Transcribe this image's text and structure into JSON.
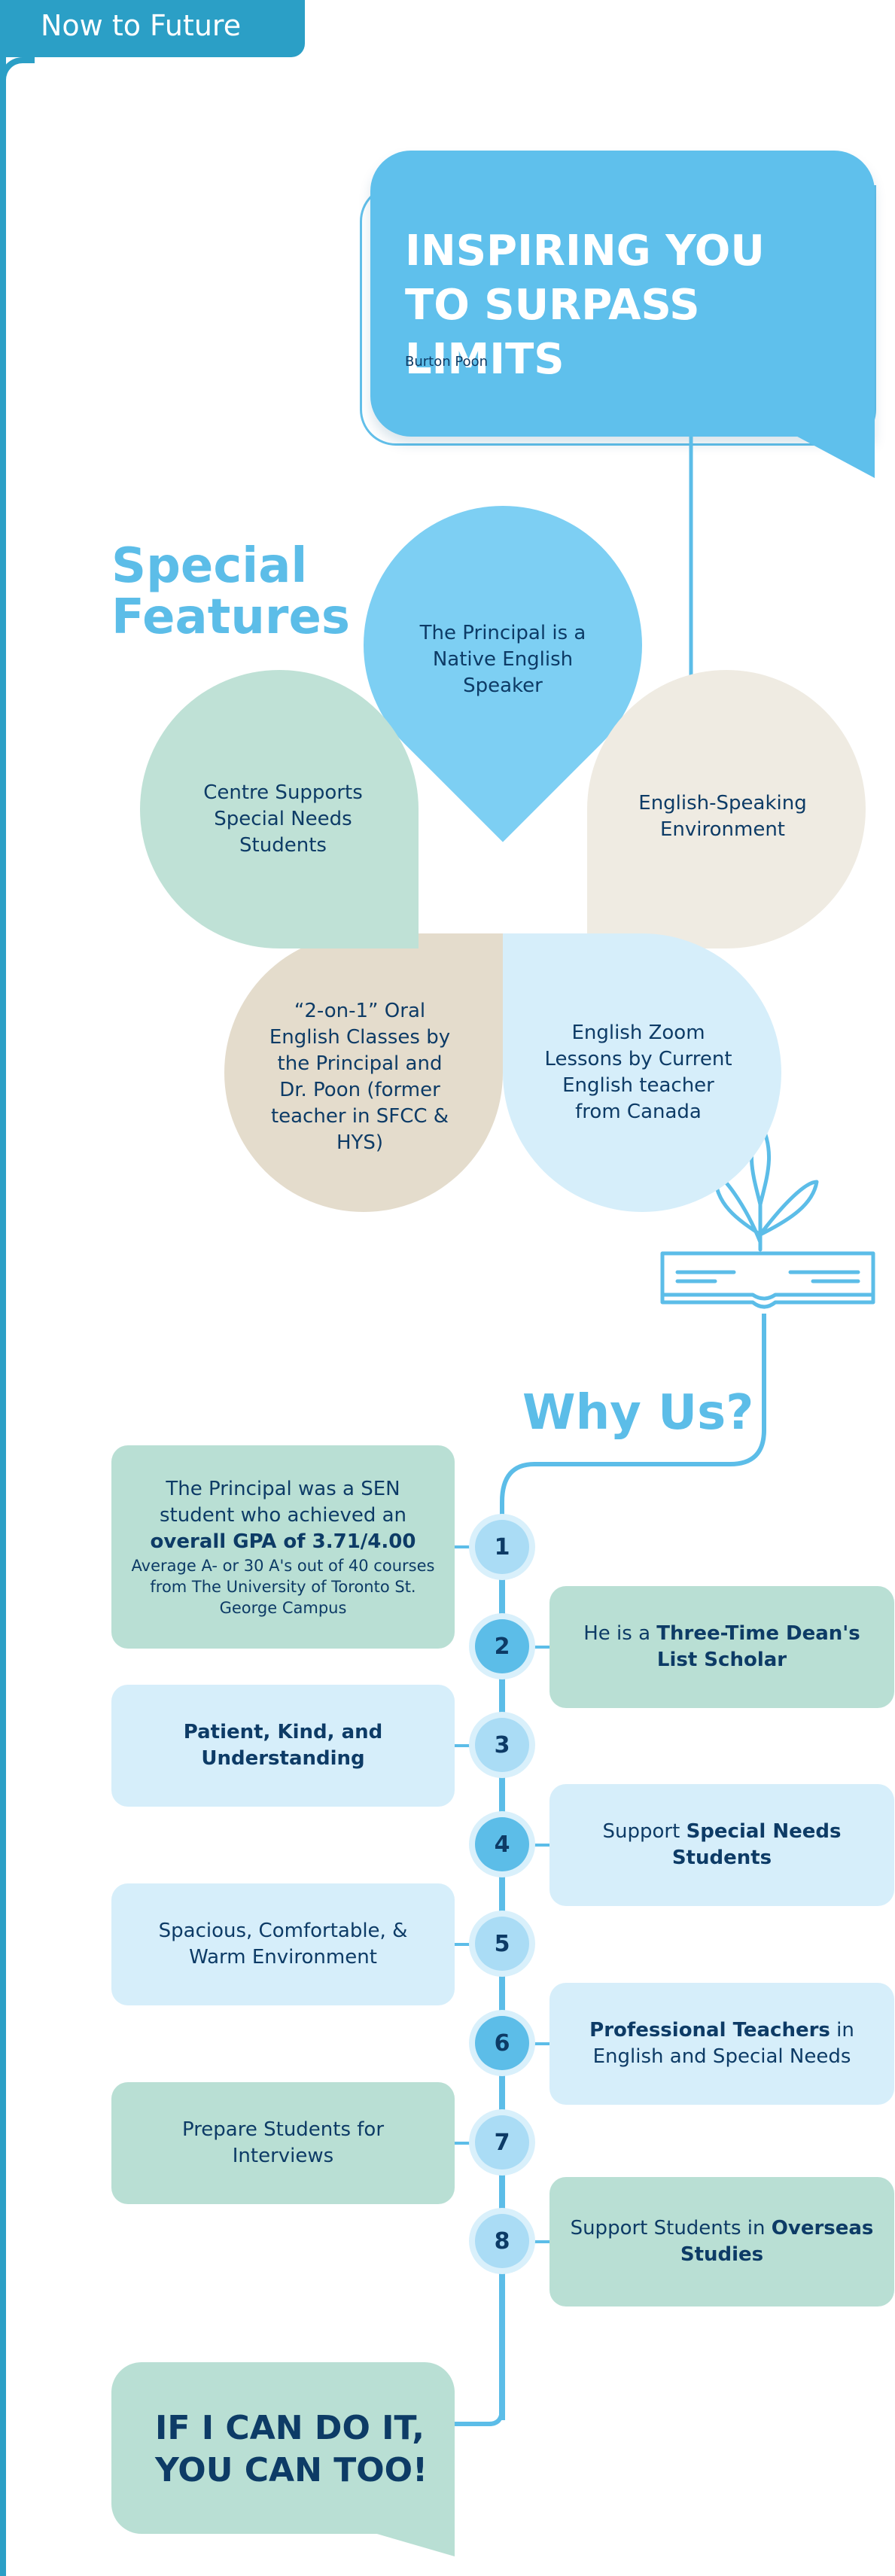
{
  "header": {
    "tab_label": "Now to Future"
  },
  "title_bubble": {
    "title_line1": "INSPIRING YOU",
    "title_line2": "TO SURPASS LIMITS",
    "author": "Burton Poon"
  },
  "special_features": {
    "heading_line1": "Special",
    "heading_line2": "Features",
    "petals": [
      {
        "label": "The Principal is a Native English Speaker",
        "color": "#7dcff3"
      },
      {
        "label": "English-Speaking Environment",
        "color": "#efebe2"
      },
      {
        "label": "English Zoom Lessons by Current English teacher from Canada",
        "color": "#d6eefa"
      },
      {
        "label": "“2-on-1” Oral English Classes by the Principal and Dr. Poon (former teacher in SFCC & HYS)",
        "color": "#e4dccc"
      },
      {
        "label": "Centre Supports Special Needs Students",
        "color": "#bfe1d6"
      }
    ]
  },
  "why_us": {
    "heading": "Why Us?",
    "items": [
      {
        "num": "1",
        "pre": "The Principal was a SEN student who achieved an",
        "bold": "overall GPA of 3.71/4.00",
        "post": "",
        "small": "Average A- or 30 A's out of 40 courses from The University of Toronto St. George Campus"
      },
      {
        "num": "2",
        "pre": "He is a ",
        "bold": "Three-Time Dean's List Scholar",
        "post": ""
      },
      {
        "num": "3",
        "pre": "",
        "bold": "Patient, Kind, and Understanding",
        "post": ""
      },
      {
        "num": "4",
        "pre": "Support ",
        "bold": "Special Needs Students",
        "post": ""
      },
      {
        "num": "5",
        "pre": "Spacious, Comfortable, & Warm Environment",
        "bold": "",
        "post": ""
      },
      {
        "num": "6",
        "pre": "",
        "bold": "Professional Teachers",
        "post": " in English and Special Needs"
      },
      {
        "num": "7",
        "pre": "Prepare Students for Interviews",
        "bold": "",
        "post": ""
      },
      {
        "num": "8",
        "pre": "Support Students in ",
        "bold": "Overseas Studies",
        "post": ""
      }
    ]
  },
  "closing": {
    "line1": "IF I CAN DO IT,",
    "line2": "YOU CAN TOO!"
  },
  "colors": {
    "accent_blue": "#5cbde8",
    "dark_navy": "#0d3b66",
    "green_card": "#b9dfd4",
    "blue_card": "#d6eefa",
    "tab_blue": "#2b9fc6"
  }
}
